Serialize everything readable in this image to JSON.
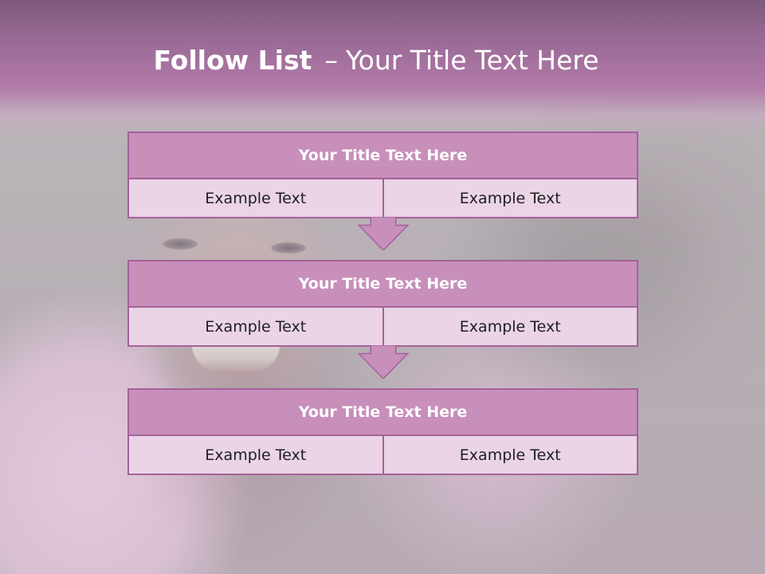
{
  "slide": {
    "title_bold": "Follow List",
    "title_dash": "–",
    "title_rest": "Your Title Text Here"
  },
  "blocks": [
    {
      "title": "Your Title Text Here",
      "left": "Example Text",
      "right": "Example Text"
    },
    {
      "title": "Your Title Text Here",
      "left": "Example Text",
      "right": "Example Text"
    },
    {
      "title": "Your Title Text Here",
      "left": "Example Text",
      "right": "Example Text"
    }
  ],
  "colors": {
    "header": "#b27aa8",
    "block_title_fill": "#c78fba",
    "block_cell_fill": "#ead4e6",
    "border": "#a5619b",
    "arrow_fill": "#c78fba"
  },
  "background_image": "portrait-photo"
}
